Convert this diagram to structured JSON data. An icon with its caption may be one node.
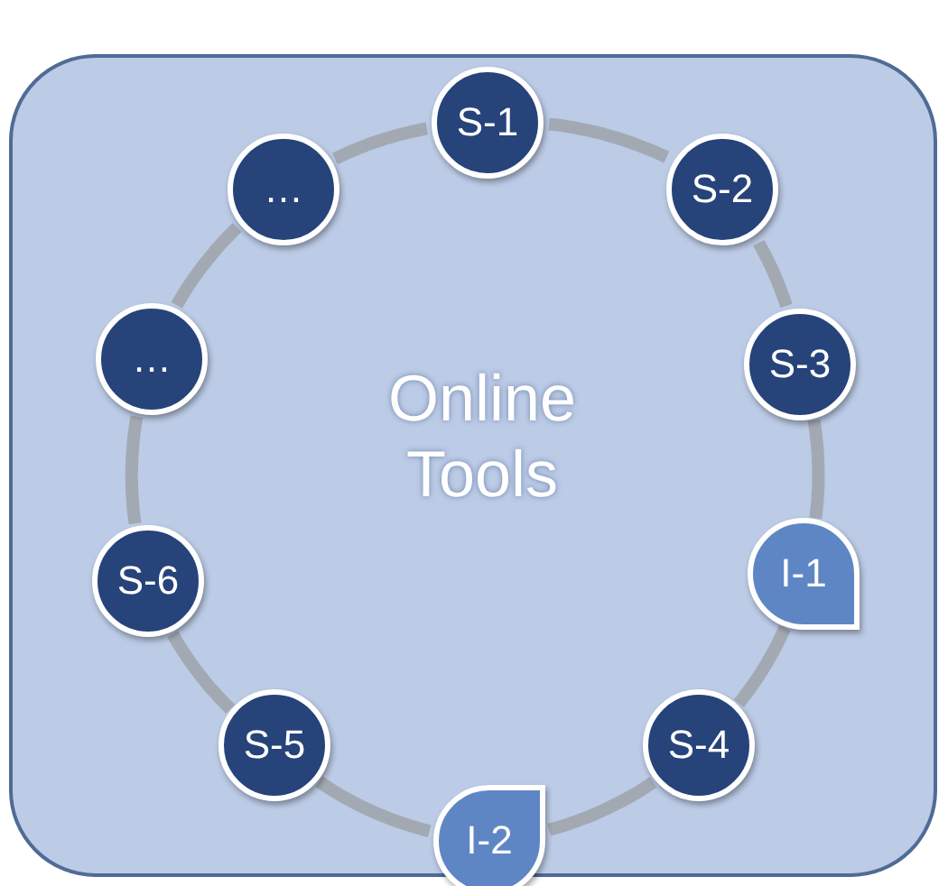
{
  "diagram": {
    "nodes": [
      {
        "text": [
          "Online Tools"
        ]
      },
      {
        "text": [
          "S-1"
        ],
        "in": 0
      },
      {
        "text": [
          "S-2"
        ],
        "in": 0
      },
      {
        "text": [
          "S-3"
        ],
        "in": 0
      },
      {
        "text": [
          "I-1"
        ],
        "in": 0
      },
      {
        "text": [
          "S-4"
        ],
        "in": 0
      },
      {
        "text": [
          "I-2"
        ],
        "in": 0
      },
      {
        "text": [
          "S-5"
        ],
        "in": 0
      },
      {
        "text": [
          "S-6"
        ],
        "in": 0
      },
      {
        "text": [
          "…"
        ],
        "in": 0
      },
      {
        "text": [
          "…"
        ],
        "in": 0
      }
    ],
    "edges": [
      {
        "from": 1,
        "to": 2,
        "arrow": "none"
      },
      {
        "from": 2,
        "to": 3,
        "arrow": "none"
      },
      {
        "from": 3,
        "to": 4,
        "arrow": "none"
      },
      {
        "from": 4,
        "to": 5,
        "arrow": "none"
      },
      {
        "from": 5,
        "to": 6,
        "arrow": "none"
      },
      {
        "from": 6,
        "to": 7,
        "arrow": "none"
      },
      {
        "from": 7,
        "to": 8,
        "arrow": "none"
      },
      {
        "from": 8,
        "to": 9,
        "arrow": "none"
      },
      {
        "from": 9,
        "to": 10,
        "arrow": "none"
      },
      {
        "from": 10,
        "to": 1,
        "arrow": "none"
      }
    ]
  }
}
